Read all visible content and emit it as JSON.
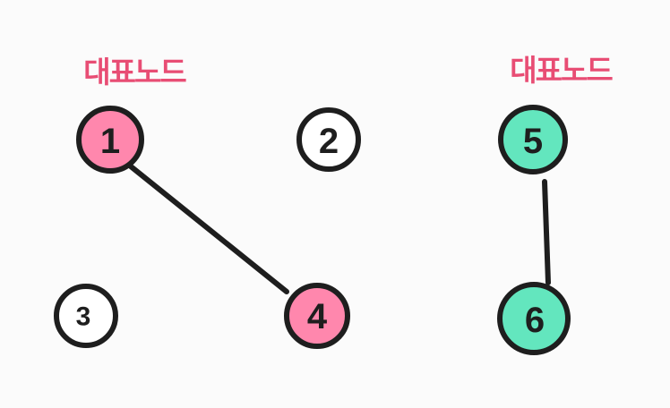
{
  "colors": {
    "representative": "#e84d74",
    "group_a_fill": "#ff87ad",
    "group_b_fill": "#63e6be",
    "stroke": "#1e1e1e",
    "background": "#fbfbfb"
  },
  "labels": {
    "representative_left": "대표노드",
    "representative_right": "대표노드"
  },
  "nodes": [
    {
      "id": "1",
      "label": "1",
      "fill": "pink"
    },
    {
      "id": "2",
      "label": "2",
      "fill": "none"
    },
    {
      "id": "3",
      "label": "3",
      "fill": "none"
    },
    {
      "id": "4",
      "label": "4",
      "fill": "pink"
    },
    {
      "id": "5",
      "label": "5",
      "fill": "mint"
    },
    {
      "id": "6",
      "label": "6",
      "fill": "mint"
    }
  ],
  "edges": [
    {
      "from": "1",
      "to": "4"
    },
    {
      "from": "5",
      "to": "6"
    }
  ]
}
